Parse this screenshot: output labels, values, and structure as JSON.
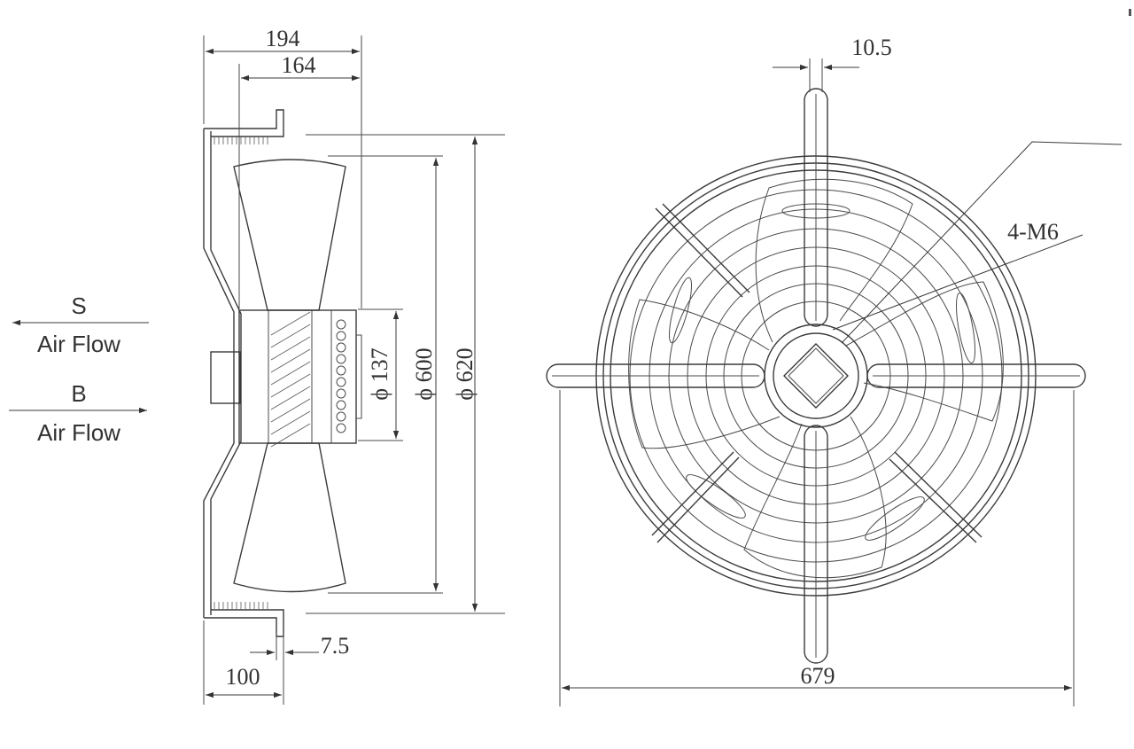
{
  "side_view": {
    "dim_overall_depth": "194",
    "dim_blade_depth": "164",
    "dim_hub_diameter": "ϕ 137",
    "dim_blade_diameter": "ϕ 600",
    "dim_guard_diameter": "ϕ 620",
    "dim_flange_thickness": "7.5",
    "dim_mount_depth": "100"
  },
  "airflow": {
    "s_label": "S",
    "s_text": "Air Flow",
    "b_label": "B",
    "b_text": "Air Flow"
  },
  "front_view": {
    "dim_slot_width": "10.5",
    "dim_bolts": "4-M6",
    "dim_mount_span": "679"
  },
  "colors": {
    "line": "#3a3a3a",
    "text": "#333333",
    "background": "#ffffff"
  }
}
